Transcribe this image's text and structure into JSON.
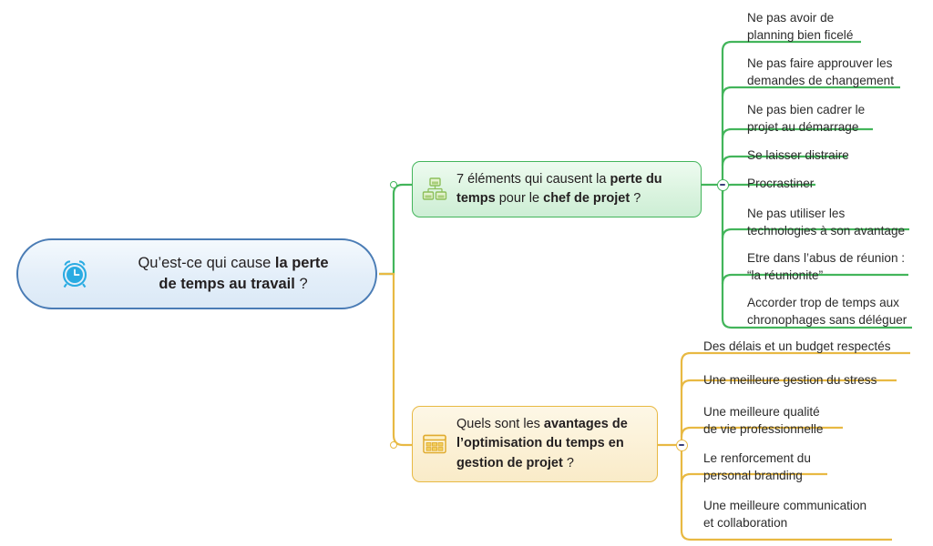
{
  "colors": {
    "central_border": "#4a7cb5",
    "central_fill": "#e3eef9",
    "green": "#43b55b",
    "green_fill": "#d9f3de",
    "amber": "#e8b943",
    "amber_fill": "#fbf0d4",
    "clock_icon": "#29abe2",
    "text": "#231f20",
    "background": "#ffffff"
  },
  "central": {
    "icon": "alarm-clock-icon",
    "text_line1_plain": "Qu’est-ce qui cause ",
    "text_line1_bold": "la perte",
    "text_line2_bold": "de temps au travail",
    "text_line2_plain": " ?"
  },
  "branches": [
    {
      "id": "green",
      "icon": "org-chart-icon",
      "text_plain_1": "7 éléments qui causent la ",
      "text_bold_1": "perte du temps",
      "text_plain_2": " pour le ",
      "text_bold_2": "chef de projet",
      "text_plain_3": " ?",
      "collapse_label": "−",
      "leaves": [
        "Ne pas avoir de\nplanning bien ficelé",
        "Ne pas faire approuver les\ndemandes de changement",
        "Ne pas bien cadrer le\nprojet au démarrage",
        "Se laisser distraire",
        "Procrastiner",
        "Ne pas utiliser les\ntechnologies à son avantage",
        "Etre dans l’abus de réunion :\n“la réunionite”",
        "Accorder trop de temps aux\nchronophages sans déléguer"
      ]
    },
    {
      "id": "amber",
      "icon": "calendar-table-icon",
      "text_plain_1": "Quels sont les ",
      "text_bold_1": "avantages de l’optimisation du temps en gestion de projet",
      "text_plain_2": " ?",
      "collapse_label": "−",
      "leaves": [
        "Des délais et un budget respectés",
        "Une meilleure gestion du stress",
        "Une meilleure qualité\nde vie professionnelle",
        "Le renforcement du\npersonal branding",
        "Une meilleure communication\net collaboration"
      ]
    }
  ]
}
